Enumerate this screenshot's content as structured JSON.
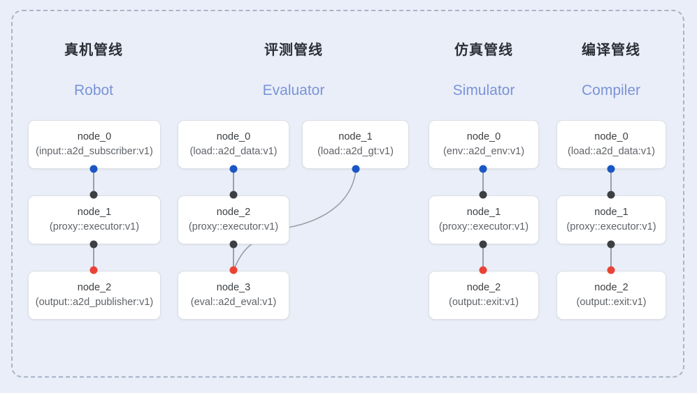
{
  "diagram": {
    "panel_bg": "#e9eef8",
    "frame_border_color": "#aab4c8",
    "columns": [
      {
        "id": "robot",
        "title_zh": "真机管线",
        "title_en": "Robot",
        "nodes": [
          {
            "name": "node_0",
            "type": "(input::a2d_subscriber:v1)"
          },
          {
            "name": "node_1",
            "type": "(proxy::executor:v1)"
          },
          {
            "name": "node_2",
            "type": "(output::a2d_publisher:v1)"
          }
        ]
      },
      {
        "id": "evaluator",
        "title_zh": "评测管线",
        "title_en": "Evaluator",
        "nodes": [
          {
            "name": "node_0",
            "type": "(load::a2d_data:v1)"
          },
          {
            "name": "node_2",
            "type": "(proxy::executor:v1)"
          },
          {
            "name": "node_3",
            "type": "(eval::a2d_eval:v1)"
          },
          {
            "name": "node_1",
            "type": "(load::a2d_gt:v1)"
          }
        ]
      },
      {
        "id": "simulator",
        "title_zh": "仿真管线",
        "title_en": "Simulator",
        "nodes": [
          {
            "name": "node_0",
            "type": "(env::a2d_env:v1)"
          },
          {
            "name": "node_1",
            "type": "(proxy::executor:v1)"
          },
          {
            "name": "node_2",
            "type": "(output::exit:v1)"
          }
        ]
      },
      {
        "id": "compiler",
        "title_zh": "编译管线",
        "title_en": "Compiler",
        "nodes": [
          {
            "name": "node_0",
            "type": "(load::a2d_data:v1)"
          },
          {
            "name": "node_1",
            "type": "(proxy::executor:v1)"
          },
          {
            "name": "node_2",
            "type": "(output::exit:v1)"
          }
        ]
      }
    ],
    "port_colors": {
      "output_port": "#1a56c4",
      "link_port": "#3c4043",
      "terminal_port": "#ea4335"
    }
  }
}
